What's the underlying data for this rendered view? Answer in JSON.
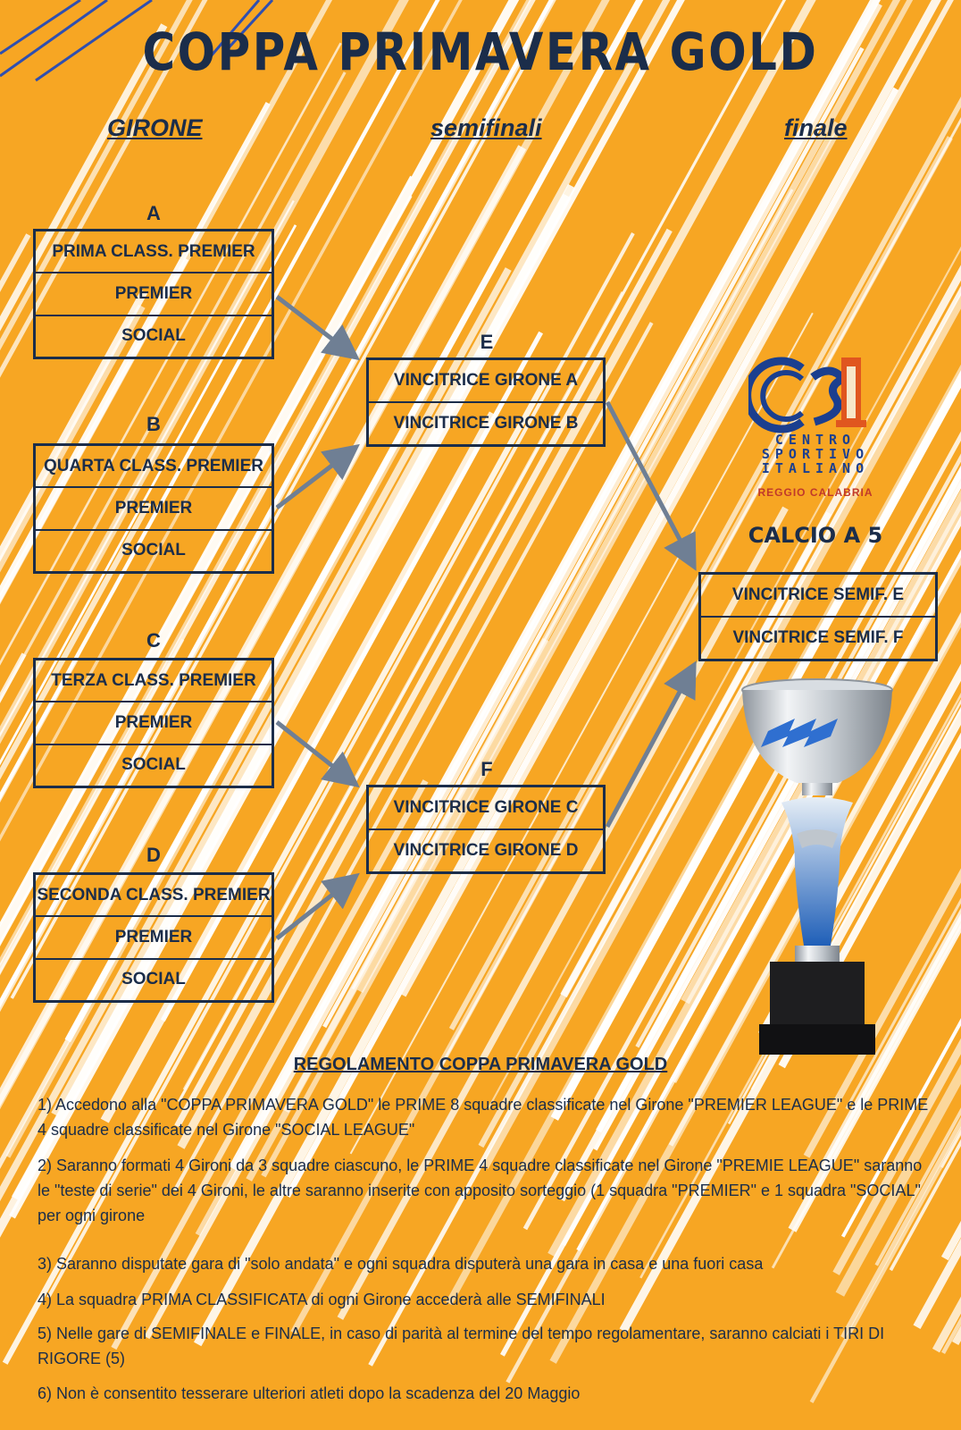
{
  "title": "COPPA PRIMAVERA GOLD",
  "columns": {
    "girone": "GIRONE",
    "semifinali": "semifinali",
    "finale": "finale"
  },
  "groups": [
    {
      "letter": "A",
      "rows": [
        "PRIMA CLASS. PREMIER",
        "PREMIER",
        "SOCIAL"
      ]
    },
    {
      "letter": "B",
      "rows": [
        "QUARTA CLASS. PREMIER",
        "PREMIER",
        "SOCIAL"
      ]
    },
    {
      "letter": "C",
      "rows": [
        "TERZA CLASS. PREMIER",
        "PREMIER",
        "SOCIAL"
      ]
    },
    {
      "letter": "D",
      "rows": [
        "SECONDA CLASS. PREMIER",
        "PREMIER",
        "SOCIAL"
      ]
    }
  ],
  "semifinals": [
    {
      "letter": "E",
      "rows": [
        "VINCITRICE GIRONE  A",
        "VINCITRICE GIRONE  B"
      ]
    },
    {
      "letter": "F",
      "rows": [
        "VINCITRICE GIRONE  C",
        "VINCITRICE GIRONE  D"
      ]
    }
  ],
  "final": {
    "rows": [
      "VINCITRICE SEMIF.  E",
      "VINCITRICE SEMIF.  F"
    ]
  },
  "logo": {
    "line1": "CENTRO",
    "line2": "SPORTIVO",
    "line3": "ITALIANO",
    "city": "REGGIO CALABRIA"
  },
  "sport": "CALCIO A 5",
  "rules": {
    "title": "REGOLAMENTO COPPA PRIMAVERA GOLD",
    "items": [
      "1) Accedono alla \"COPPA PRIMAVERA GOLD\" le PRIME 8 squadre classificate nel Girone \"PREMIER LEAGUE\" e le PRIME 4 squadre classificate nel Girone \"SOCIAL LEAGUE\"",
      "2) Saranno formati 4 Gironi da 3 squadre ciascuno, le PRIME 4 squadre classificate nel Girone \"PREMIE LEAGUE\" saranno le \"teste di serie\" dei 4 Gironi, le altre saranno inserite con apposito sorteggio (1 squadra \"PREMIER\" e 1 squadra \"SOCIAL\" per ogni girone",
      "3) Saranno disputate gara di \"solo andata\" e ogni squadra disputerà una gara in casa e una fuori casa",
      "4) La squadra PRIMA CLASSIFICATA di ogni Girone accederà alle SEMIFINALI",
      "5) Nelle gare di SEMIFINALE e FINALE, in caso di parità al termine del tempo regolamentare, saranno calciati i TIRI DI RIGORE (5)",
      "6) Non è consentito tesserare ulteriori atleti dopo la scadenza del 20 Maggio"
    ]
  },
  "colors": {
    "background": "#f7a623",
    "navy": "#1b2d4a",
    "arrow": "#6f7f94",
    "logo_blue": "#1b3f8f",
    "logo_orange": "#e0561f"
  }
}
